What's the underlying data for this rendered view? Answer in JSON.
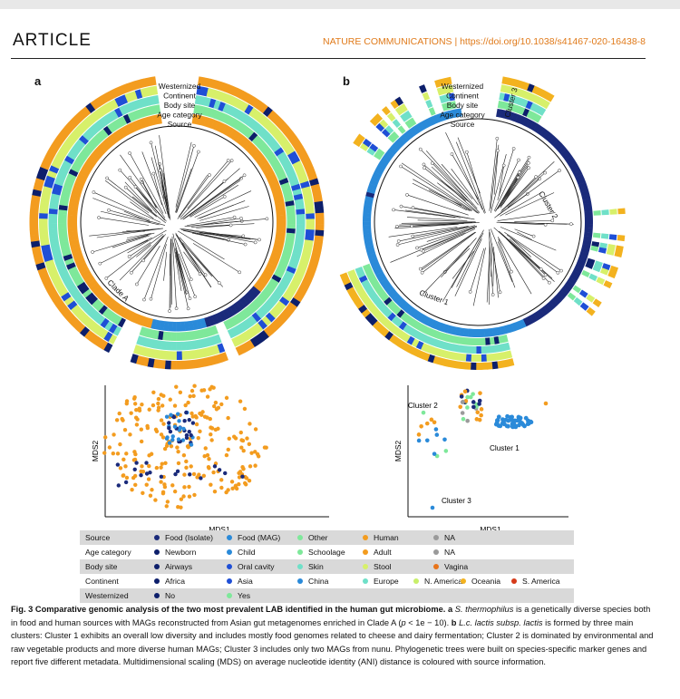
{
  "header": {
    "kind": "ARTICLE",
    "journal": "NATURE COMMUNICATIONS | https://doi.org/10.1038/s41467-020-16438-8"
  },
  "panels": {
    "a": "a",
    "b": "b"
  },
  "rings": [
    "Westernized",
    "Continent",
    "Body site",
    "Age category",
    "Source"
  ],
  "tree_labels": {
    "clade_a": "Clade A",
    "cluster1": "Cluster 1",
    "cluster2": "Cluster 2",
    "cluster3": "Cluster 3"
  },
  "colors": {
    "food_isolate": "#1a2a7a",
    "food_mag": "#2a8ad9",
    "other": "#7ee89a",
    "human": "#f39c1f",
    "na": "#9a9a9a",
    "newborn": "#0d1f6b",
    "child": "#2a8ad9",
    "schoolage": "#7ee89a",
    "adult": "#f39c1f",
    "airways": "#0d1f6b",
    "oral_cavity": "#1f4fd6",
    "skin": "#6fe0c8",
    "stool": "#d7f06a",
    "vagina": "#e8741a",
    "africa": "#0d1f6b",
    "asia": "#1f4fd6",
    "china": "#2a8ad9",
    "europe": "#6fe0c8",
    "n_america": "#c8ef6a",
    "oceania": "#f3b21f",
    "s_america": "#d63a1a",
    "no": "#0d1f6b",
    "yes": "#7ee89a"
  },
  "chart_data": [
    {
      "type": "scatter",
      "title": "",
      "xlabel": "MDS1",
      "ylabel": "MDS2",
      "annotations": []
    },
    {
      "type": "scatter",
      "title": "",
      "xlabel": "MDS1",
      "ylabel": "MDS2",
      "annotations": [
        "Cluster 2",
        "Cluster 1",
        "Cluster 3"
      ]
    }
  ],
  "legend": [
    {
      "label": "Source",
      "items": [
        {
          "text": "Food (Isolate)",
          "color": "#1a2a7a"
        },
        {
          "text": "Food (MAG)",
          "color": "#2a8ad9"
        },
        {
          "text": "Other",
          "color": "#7ee89a"
        },
        {
          "text": "Human",
          "color": "#f39c1f"
        },
        {
          "text": "NA",
          "color": "#9a9a9a"
        }
      ]
    },
    {
      "label": "Age category",
      "items": [
        {
          "text": "Newborn",
          "color": "#0d1f6b"
        },
        {
          "text": "Child",
          "color": "#2a8ad9"
        },
        {
          "text": "Schoolage",
          "color": "#7ee89a"
        },
        {
          "text": "Adult",
          "color": "#f39c1f"
        },
        {
          "text": "NA",
          "color": "#9a9a9a"
        }
      ]
    },
    {
      "label": "Body site",
      "items": [
        {
          "text": "Airways",
          "color": "#0d1f6b"
        },
        {
          "text": "Oral cavity",
          "color": "#1f4fd6"
        },
        {
          "text": "Skin",
          "color": "#6fe0c8"
        },
        {
          "text": "Stool",
          "color": "#d7f06a"
        },
        {
          "text": "Vagina",
          "color": "#e8741a"
        }
      ]
    },
    {
      "label": "Continent",
      "items": [
        {
          "text": "Africa",
          "color": "#0d1f6b"
        },
        {
          "text": "Asia",
          "color": "#1f4fd6"
        },
        {
          "text": "China",
          "color": "#2a8ad9"
        },
        {
          "text": "Europe",
          "color": "#6fe0c8"
        },
        {
          "text": "N. America",
          "color": "#c8ef6a"
        },
        {
          "text": "Oceania",
          "color": "#f3b21f"
        },
        {
          "text": "S. America",
          "color": "#d63a1a"
        }
      ]
    },
    {
      "label": "Westernized",
      "items": [
        {
          "text": "No",
          "color": "#0d1f6b"
        },
        {
          "text": "Yes",
          "color": "#7ee89a"
        }
      ]
    }
  ],
  "caption": {
    "bold": "Fig. 3 Comparative genomic analysis of the two most prevalent LAB identified in the human gut microbiome.",
    "a_bold": "a",
    "a_italic": "S. thermophilus",
    "a_text": "is a genetically diverse species both in food and human sources with MAGs reconstructed from Asian gut metagenomes enriched in Clade A (",
    "a_p": "p",
    "a_p_rest": " < 1e − 10).",
    "b_bold": "b",
    "b_italic": "L.c. lactis subsp. lactis",
    "b_text": "is formed by three main clusters: Cluster 1 exhibits an overall low diversity and includes mostly food genomes related to cheese and dairy fermentation; Cluster 2 is dominated by environmental and raw vegetable products and more diverse human MAGs; Cluster 3 includes only two MAGs from nunu. Phylogenetic trees were built on species-specific marker genes and report five different metadata. Multidimensional scaling (MDS) on average nucleotide identity (ANI) distance is coloured with source information."
  }
}
